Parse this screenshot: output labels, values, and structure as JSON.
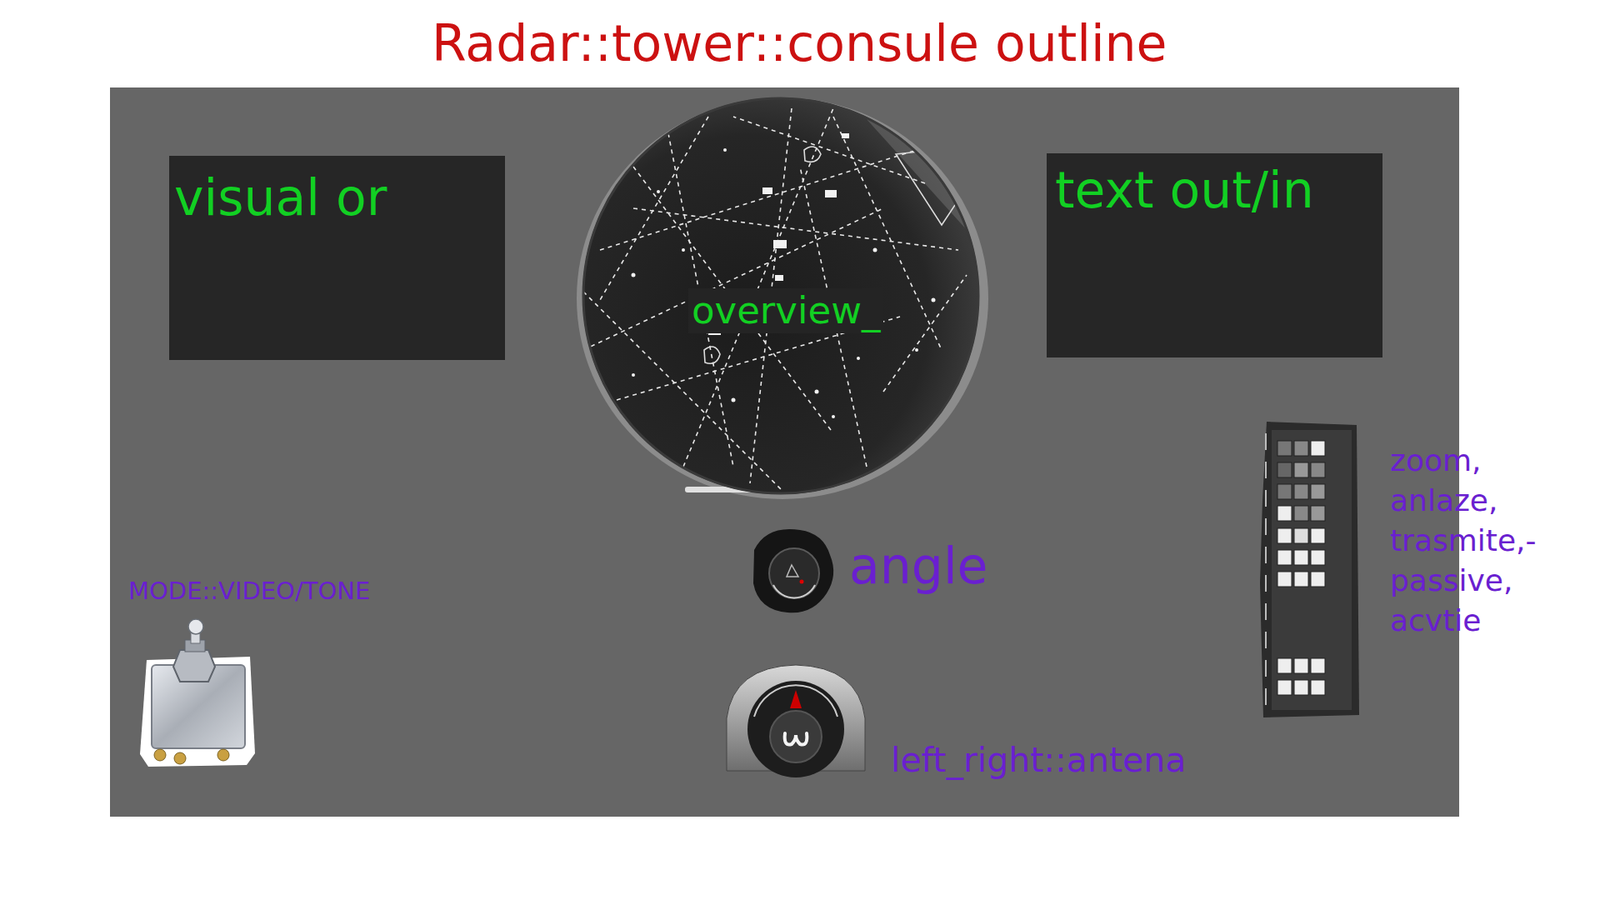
{
  "diagram": {
    "title": "Radar::tower::consule outline",
    "nodes": [
      {
        "text": [
          "visual or"
        ]
      },
      {
        "text": [
          "overview_"
        ]
      },
      {
        "text": [
          "text out/in"
        ]
      }
    ],
    "labels": [
      "zoom, anlaze, trasmite,- passive, acvtie",
      "angle",
      "MODE::VIDEO/TONE",
      "left_right::antena"
    ]
  }
}
